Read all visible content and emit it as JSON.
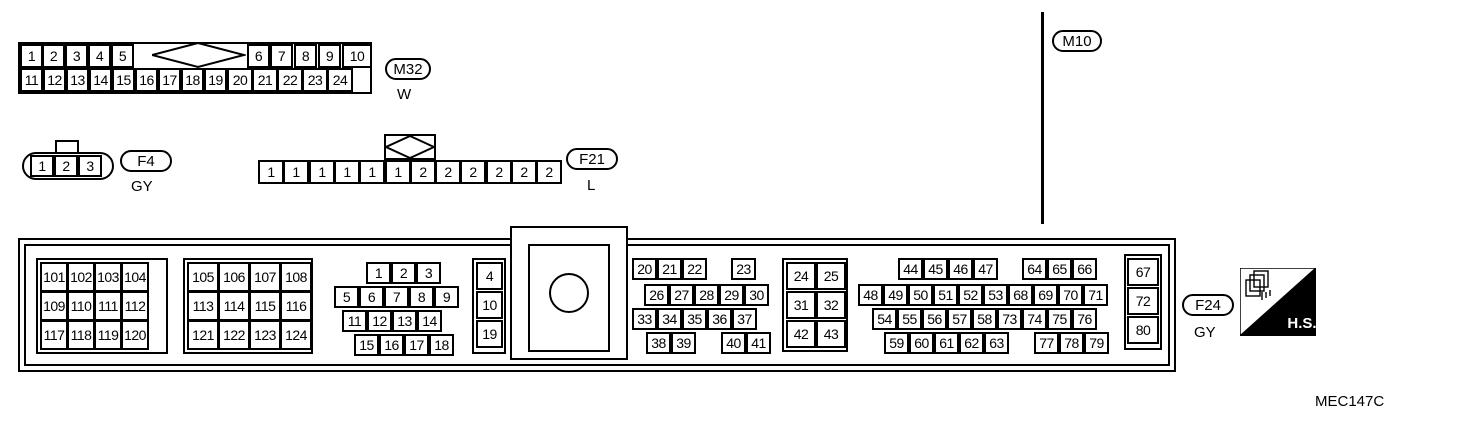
{
  "connectors": {
    "m32": {
      "label": "M32",
      "color": "W",
      "row1": [
        "1",
        "2",
        "3",
        "4",
        "5",
        "6",
        "7",
        "8",
        "9",
        "10"
      ],
      "row2": [
        "11",
        "12",
        "13",
        "14",
        "15",
        "16",
        "17",
        "18",
        "19",
        "20",
        "21",
        "22",
        "23",
        "24"
      ]
    },
    "m10": {
      "label": "M10"
    },
    "f4": {
      "label": "F4",
      "color": "GY",
      "pins": [
        "1",
        "2",
        "3"
      ]
    },
    "f21": {
      "label": "F21",
      "color": "L",
      "pins": [
        "1",
        "1",
        "1",
        "1",
        "1",
        "1",
        "2",
        "2",
        "2",
        "2",
        "2",
        "2"
      ]
    },
    "f24": {
      "label": "F24",
      "color": "GY",
      "block_a": [
        "101",
        "102",
        "103",
        "104",
        "109",
        "110",
        "111",
        "112",
        "117",
        "118",
        "119",
        "120"
      ],
      "block_b": [
        "105",
        "106",
        "107",
        "108",
        "113",
        "114",
        "115",
        "116",
        "121",
        "122",
        "123",
        "124"
      ],
      "block_c": [
        "1",
        "2",
        "3",
        "5",
        "6",
        "7",
        "8",
        "9",
        "11",
        "12",
        "13",
        "14",
        "15",
        "16",
        "17",
        "18"
      ],
      "block_d": [
        "4",
        "10",
        "19"
      ],
      "block_e": [
        "20",
        "21",
        "22",
        "23",
        "26",
        "27",
        "28",
        "29",
        "30",
        "33",
        "34",
        "35",
        "36",
        "37",
        "38",
        "39",
        "40",
        "41"
      ],
      "block_f": [
        "24",
        "25",
        "31",
        "32",
        "42",
        "43"
      ],
      "block_g": [
        "44",
        "45",
        "46",
        "47",
        "64",
        "65",
        "66",
        "48",
        "49",
        "50",
        "51",
        "52",
        "53",
        "68",
        "69",
        "70",
        "71",
        "54",
        "55",
        "56",
        "57",
        "58",
        "73",
        "74",
        "75",
        "76",
        "59",
        "60",
        "61",
        "62",
        "63",
        "77",
        "78",
        "79"
      ],
      "block_h": [
        "67",
        "72",
        "80"
      ]
    }
  },
  "badge": {
    "text": "H.S.",
    "icon": "harness-connector-icon"
  },
  "figure_code": "MEC147C"
}
